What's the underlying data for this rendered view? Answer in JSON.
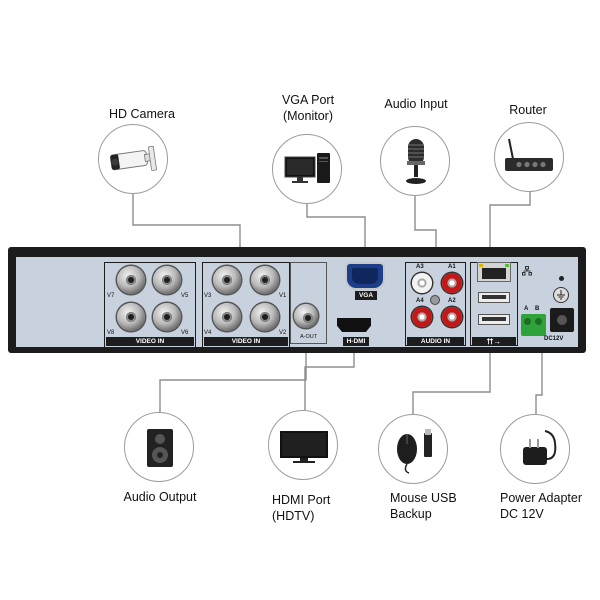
{
  "callouts": {
    "hd_camera": "HD Camera",
    "vga_port_line1": "VGA Port",
    "vga_port_line2": "(Monitor)",
    "audio_input": "Audio Input",
    "router": "Router",
    "audio_output": "Audio Output",
    "hdmi_port_line1": "HDMI Port",
    "hdmi_port_line2": "(HDTV)",
    "mouse_usb_line1": "Mouse USB",
    "mouse_usb_line2": "Backup",
    "power_line1": "Power Adapter",
    "power_line2": "DC 12V"
  },
  "panel": {
    "video_in_label": "VIDEO IN",
    "video_in_group1": [
      "V7",
      "V5",
      "V8",
      "V6"
    ],
    "video_in_group2": [
      "V3",
      "V1",
      "V4",
      "V2"
    ],
    "a_out_label": "A-OUT",
    "vga_label": "VGA",
    "hdmi_label": "H-DMI",
    "audio_in_label": "AUDIO IN",
    "audio_channels": [
      "A3",
      "A1",
      "A4",
      "A2"
    ],
    "terminal_labels": [
      "A",
      "B"
    ],
    "dc_label": "DC12V"
  }
}
